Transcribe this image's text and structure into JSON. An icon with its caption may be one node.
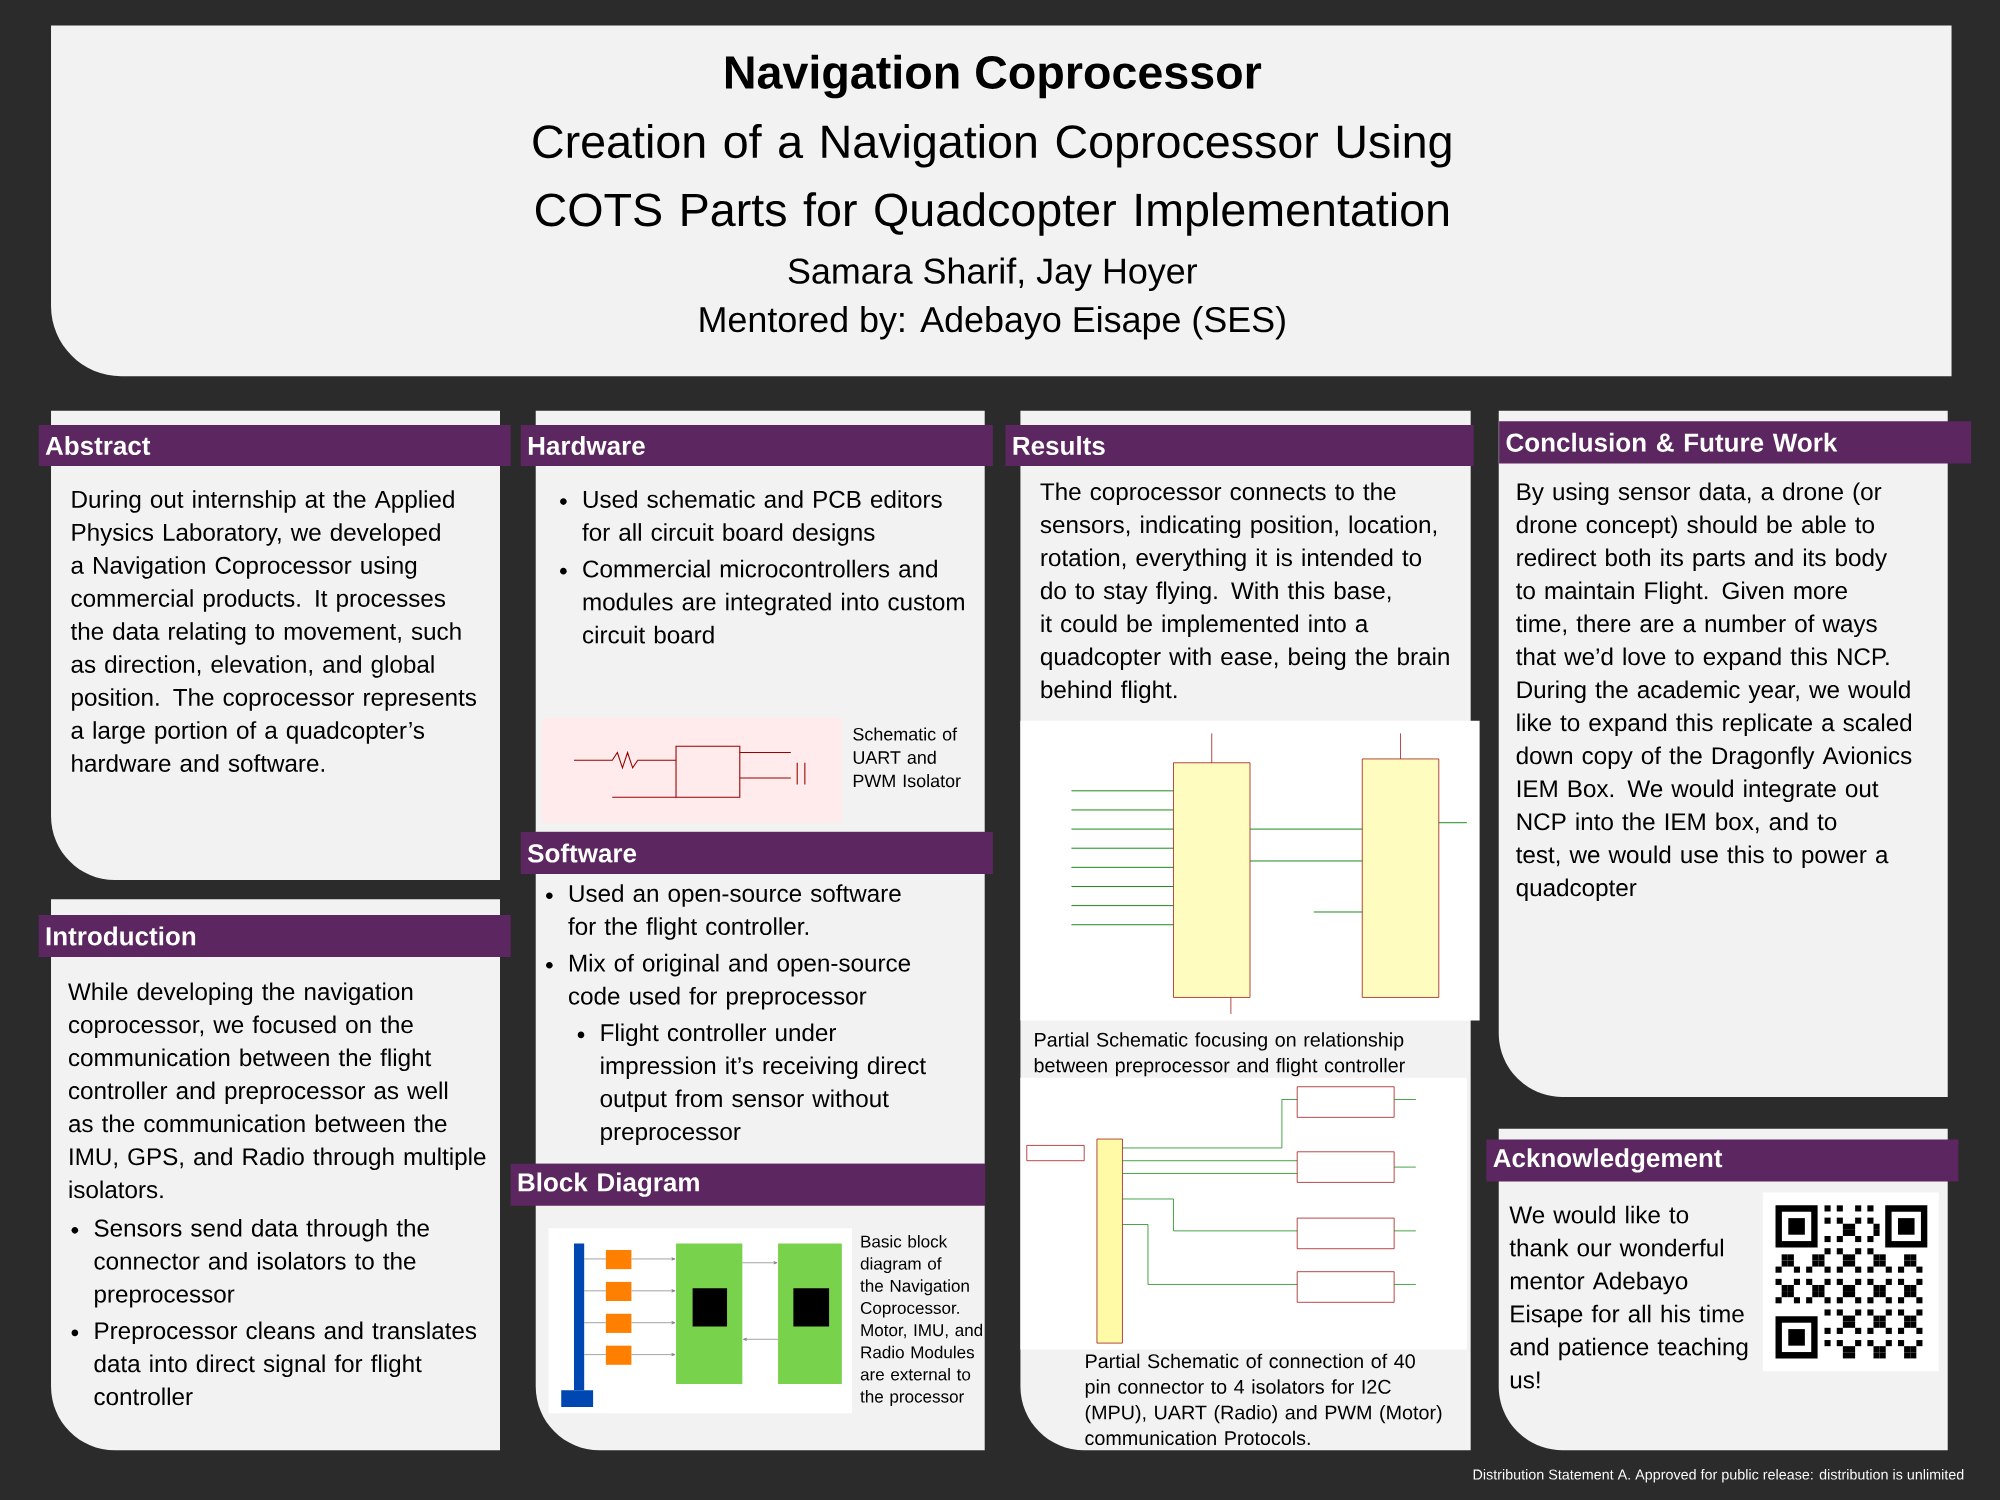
{
  "diagram": {
    "title": "Navigation Coprocessor",
    "nodes": [
      {
        "text": [
          "Abstract",
          "During out internship at the Applied Physics Laboratory, we developed a Navigation Coprocessor using commercial products. It processes the data relating to movement, such as direction, elevation, and global position. The coprocessor represents a large portion of a quadcopter’s hardware and software."
        ]
      },
      {
        "text": [
          "Introduction",
          "While developing the navigation coprocessor, we focused on the communication between the flight controller and preprocessor as well as the communication between the IMU, GPS, and Radio through multiple isolators.",
          "Sensors send data through the connector and isolators to the preprocessor",
          "Preprocessor cleans and translates data into direct signal for flight controller"
        ]
      },
      {
        "text": [
          "Hardware",
          "Used schematic and PCB editors for all circuit board designs",
          "Commercial microcontrollers and modules are integrated into custom circuit board",
          "Schematic of UART and PWM Isolator"
        ]
      },
      {
        "text": [
          "Software",
          "Used an open-source software for the flight controller.",
          "Mix of original and open-source code used for preprocessor",
          "Flight controller under impression it’s receiving direct output from sensor without preprocessor"
        ]
      },
      {
        "text": [
          "Block Diagram",
          "Basic block diagram of the Navigation Coprocessor. Motor, IMU, and Radio Modules are external to the processor"
        ]
      },
      {
        "text": [
          "Results",
          "The coprocessor connects to the sensors, indicating position, location, rotation, everything it is intended to do to stay flying. With this base, it could be implemented into a quadcopter with ease, being the brain behind flight.",
          "Partial Schematic focusing on relationship between preprocessor and flight controller",
          "Partial Schematic of connection of 40 pin connector to 4 isolators for I2C (MPU), UART (Radio) and PWM (Motor) communication Protocols."
        ]
      },
      {
        "text": [
          "Conclusion & Future Work",
          "By using sensor data, a drone (or drone concept) should be able to redirect both its parts and its body to maintain Flight. Given more time, there are a number of ways that we’d love to expand this NCP. During the academic year, we would like to expand this replicate a scaled down copy of the Dragonfly Avionics IEM Box. We would integrate out NCP into the IEM box, and to test, we would use this to power a quadcopter"
        ]
      },
      {
        "text": [
          "Acknowledgement",
          "We would like to thank our wonderful mentor Adebayo Eisape for all his time and patience teaching us!"
        ]
      }
    ],
    "labels": [
      "Creation of a Navigation Coprocessor Using COTS Parts for Quadcopter Implementation",
      "Samara Sharif, Jay Hoyer",
      "Mentored by: Adebayo Eisape (SES)",
      "Distribution Statement A. Approved for public release: distribution is unlimited"
    ]
  }
}
